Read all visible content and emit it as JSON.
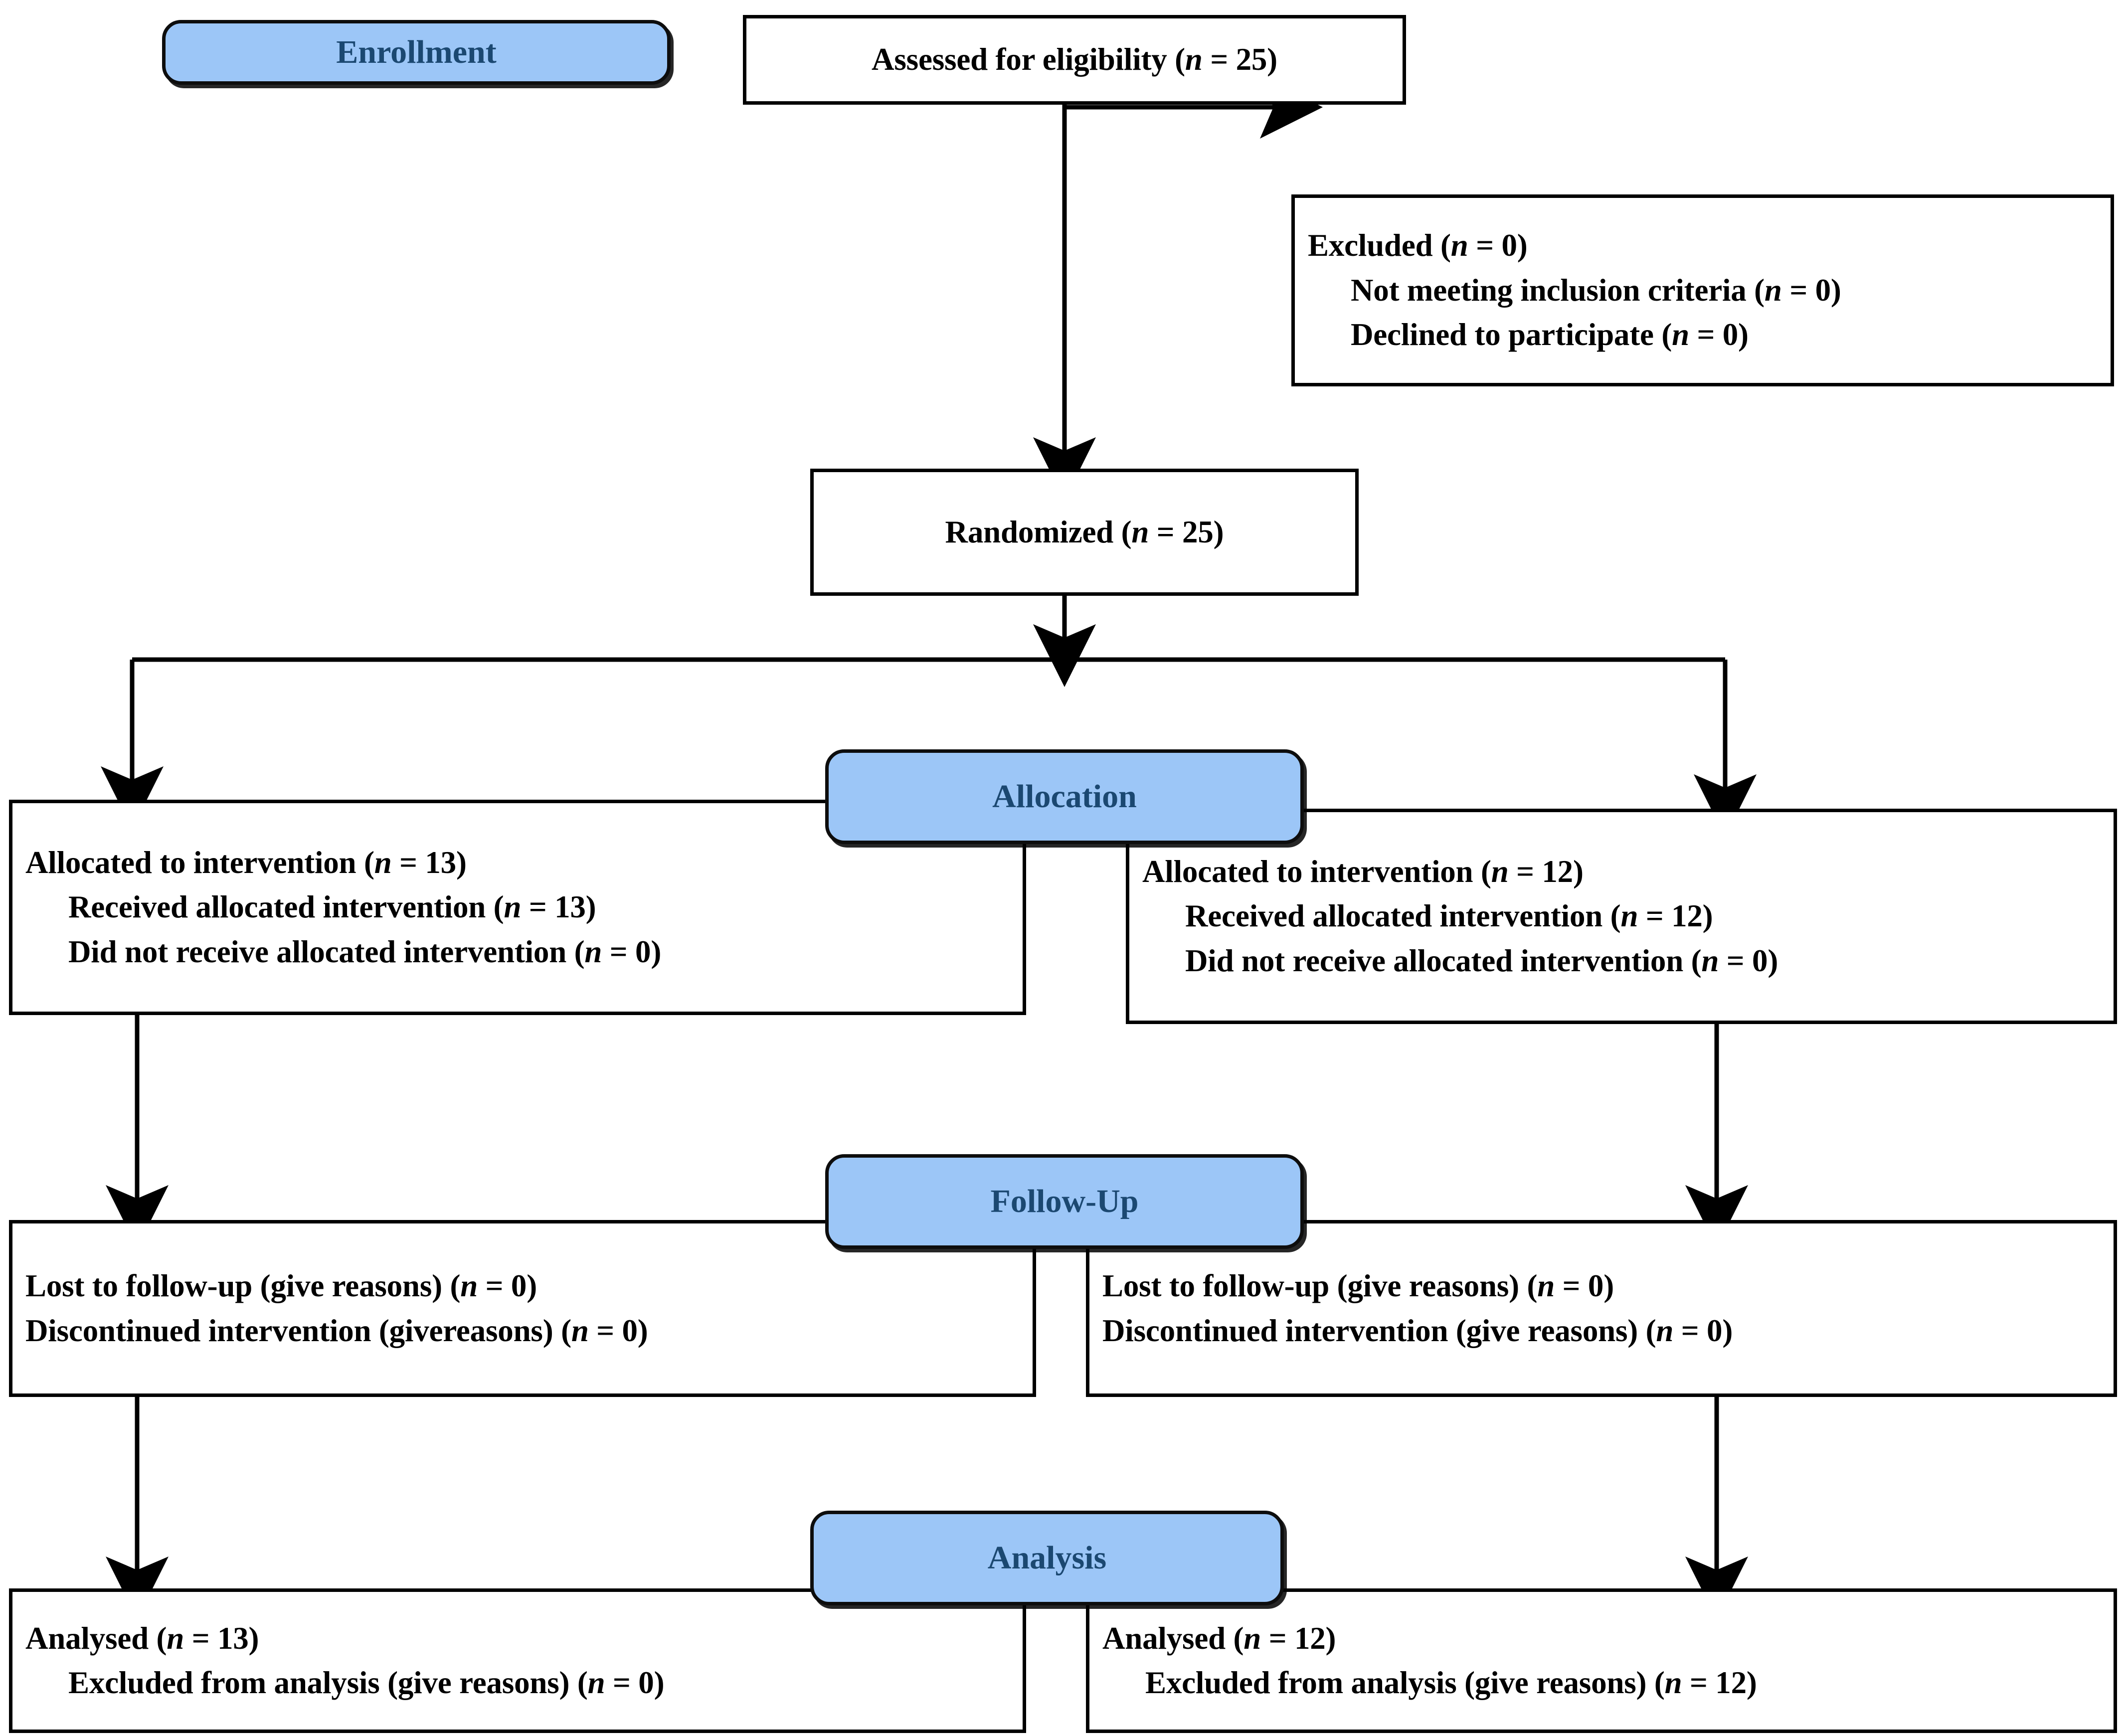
{
  "diagram": {
    "type": "consort-flow-diagram",
    "colors": {
      "badge_fill": "#9CC6F7",
      "badge_text": "#1B4871",
      "box_border": "#000000",
      "box_fill": "#FFFFFF",
      "connector": "#000000"
    }
  },
  "stage_labels": {
    "enrollment": "Enrollment",
    "allocation": "Allocation",
    "followup": "Follow-Up",
    "analysis": "Analysis"
  },
  "enrollment": {
    "assessed": "Assessed for eligibility (n = 25)",
    "excluded_title": "Excluded (n = 0)",
    "excluded_reason_1": "Not meeting inclusion criteria (n = 0)",
    "excluded_reason_2": "Declined to participate (n = 0)",
    "randomized": "Randomized (n = 25)"
  },
  "allocation": {
    "left": {
      "title": "Allocated to intervention (n = 13)",
      "received": "Received allocated intervention (n = 13)",
      "not_received": "Did not receive allocated intervention (n = 0)"
    },
    "right": {
      "title": "Allocated to intervention (n = 12)",
      "received": "Received allocated intervention (n = 12)",
      "not_received": "Did not receive allocated intervention (n = 0)"
    }
  },
  "followup": {
    "left": {
      "lost": "Lost to follow-up (give reasons) (n = 0)",
      "discontinued": "Discontinued intervention (givereasons) (n = 0)"
    },
    "right": {
      "lost": "Lost to follow-up (give reasons) (n = 0)",
      "discontinued": "Discontinued intervention (give reasons) (n = 0)"
    }
  },
  "analysis": {
    "left": {
      "analysed": "Analysed (n = 13)",
      "excluded": "Excluded from analysis (give reasons) (n = 0)"
    },
    "right": {
      "analysed": "Analysed (n = 12)",
      "excluded": "Excluded from analysis (give reasons) (n = 12)"
    }
  }
}
